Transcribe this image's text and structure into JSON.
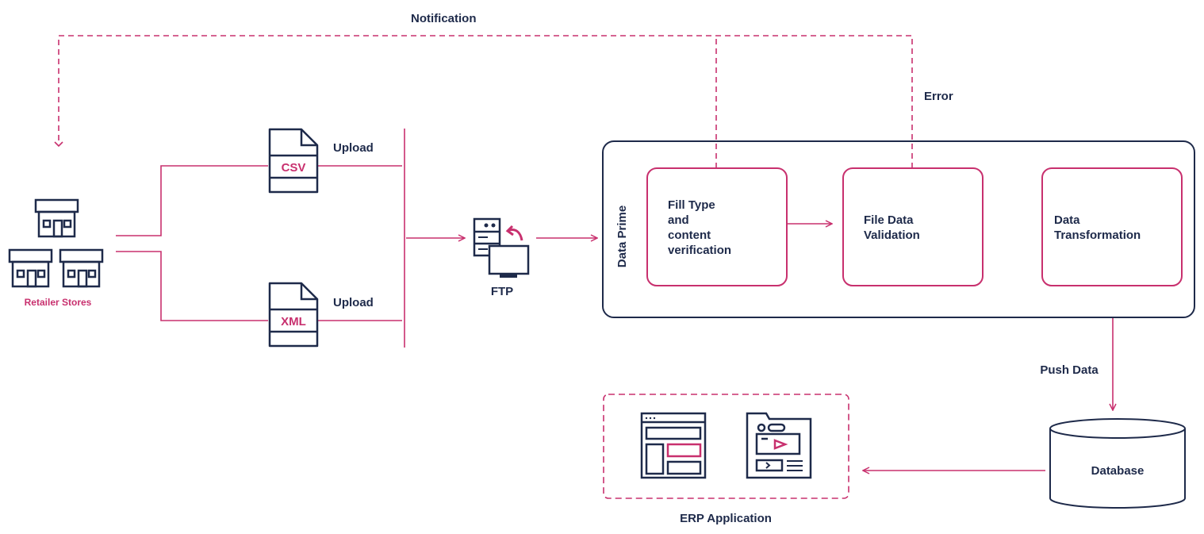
{
  "colors": {
    "navy": "#1e2a4a",
    "pink": "#c8306e"
  },
  "labels": {
    "notification": "Notification",
    "error": "Error",
    "retailer_stores": "Retailer Stores",
    "upload_top": "Upload",
    "upload_bottom": "Upload",
    "csv": "CSV",
    "xml": "XML",
    "ftp": "FTP",
    "data_prime": "Data Prime",
    "push_data": "Push Data",
    "database": "Database",
    "erp_application": "ERP Application"
  },
  "process_boxes": [
    {
      "lines": [
        "Fill Type",
        "and",
        "content",
        "verification"
      ]
    },
    {
      "lines": [
        "File Data",
        "Validation"
      ]
    },
    {
      "lines": [
        "Data",
        "Transformation"
      ]
    }
  ],
  "icons": [
    "store-icon",
    "csv-file-icon",
    "xml-file-icon",
    "ftp-server-icon",
    "database-icon",
    "browser-window-icon",
    "media-window-icon"
  ]
}
